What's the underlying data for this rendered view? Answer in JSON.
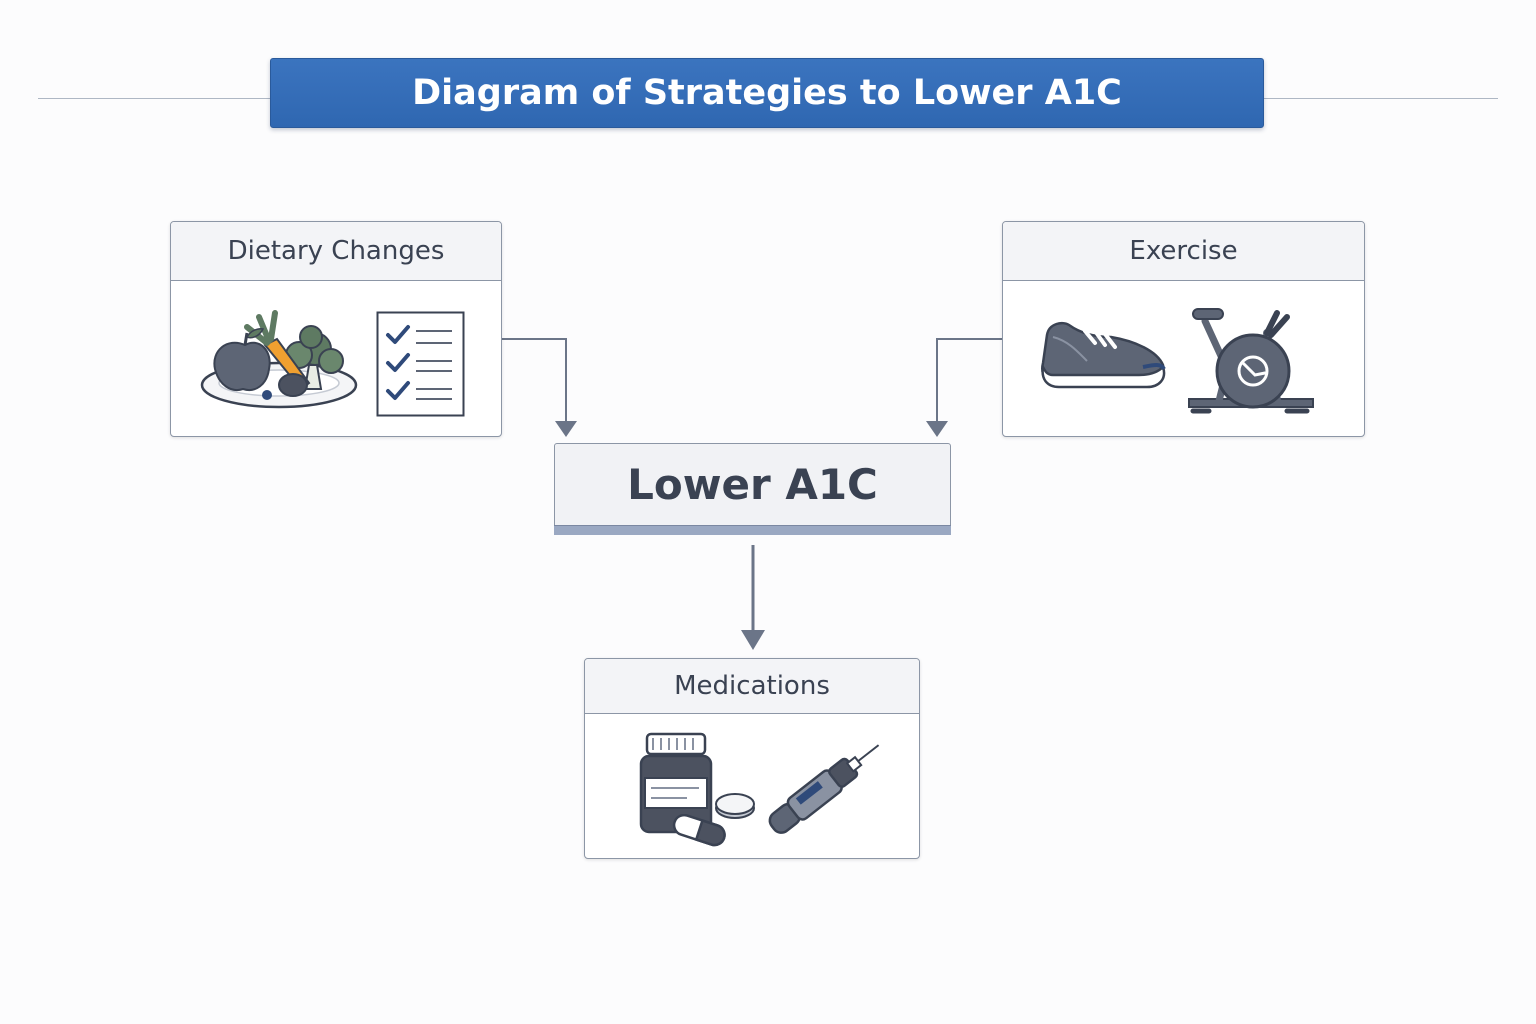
{
  "title": "Diagram of Strategies to Lower A1C",
  "center": {
    "label": "Lower A1C"
  },
  "cards": {
    "dietary": {
      "label": "Dietary Changes",
      "icons": [
        "food-plate-icon",
        "checklist-icon"
      ]
    },
    "exercise": {
      "label": "Exercise",
      "icons": [
        "sneaker-icon",
        "exercise-bike-icon"
      ]
    },
    "medications": {
      "label": "Medications",
      "icons": [
        "pill-bottle-icon",
        "pill-icon",
        "capsule-icon",
        "insulin-pen-icon"
      ]
    }
  },
  "colors": {
    "title_bg": "#3270b8",
    "title_text": "#ffffff",
    "border": "#8c96a6",
    "text": "#3a4252",
    "arrow": "#6b7588",
    "icon_dark": "#5d6575",
    "icon_blue": "#2f4a7a",
    "carrot": "#f0a030",
    "broccoli": "#5e7a62"
  }
}
